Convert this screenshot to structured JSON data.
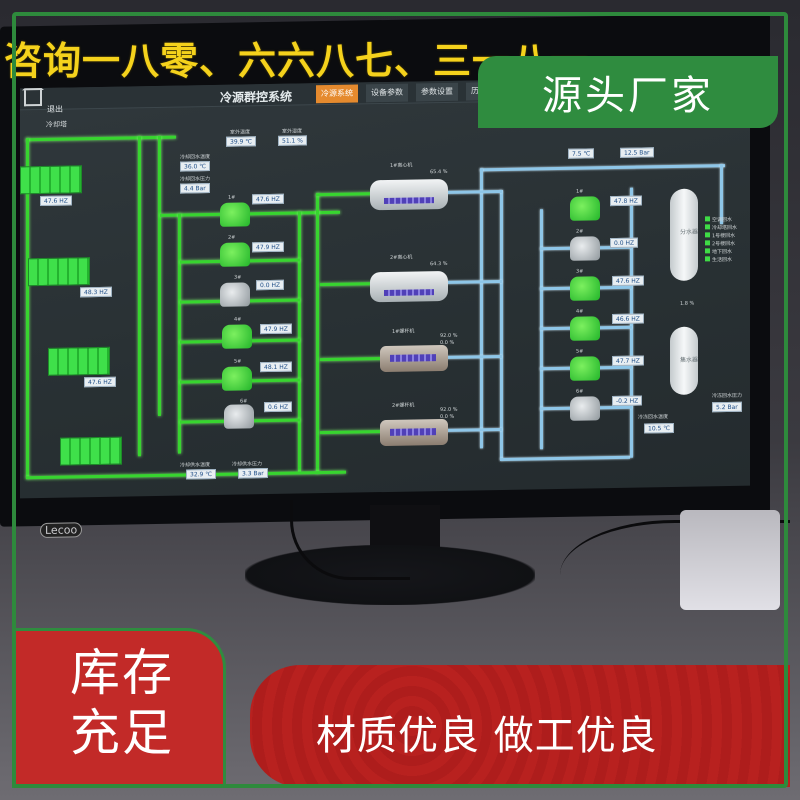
{
  "overlay": {
    "phone_text": "咨询一八零、六六八七、三一八一",
    "source_badge": "源头厂家",
    "stock_text_line1": "库存",
    "stock_text_line2": "充足",
    "quality_text": "材质优良  做工优良"
  },
  "monitor": {
    "brand": "Lecoo"
  },
  "screen": {
    "exit": "退出",
    "title": "冷源群控系统",
    "tabs": [
      {
        "label": "冷源系统",
        "active": true
      },
      {
        "label": "设备参数",
        "active": false
      },
      {
        "label": "参数设置",
        "active": false
      },
      {
        "label": "历",
        "active": false
      }
    ],
    "cooling_tower_label": "冷却塔",
    "top_readouts": [
      {
        "label": "室外温度",
        "value": "39.9 ℃"
      },
      {
        "label": "室外湿度",
        "value": "51.1 %"
      }
    ],
    "left_readouts": [
      {
        "label": "冷却回水温度",
        "value": "36.0 ℃"
      },
      {
        "label": "冷却回水压力",
        "value": "4.4 Bar"
      }
    ],
    "tower_hz": [
      "47.6 HZ",
      "48.3 HZ",
      "47.6 HZ"
    ],
    "cooling_pumps": [
      {
        "name": "1#",
        "hz": "47.6 HZ",
        "color": "green"
      },
      {
        "name": "2#",
        "hz": "47.9 HZ",
        "color": "green"
      },
      {
        "name": "3#",
        "hz": "0.0 HZ",
        "color": "gray"
      },
      {
        "name": "4#",
        "hz": "47.9 HZ",
        "color": "green"
      },
      {
        "name": "5#",
        "hz": "48.1 HZ",
        "color": "green"
      },
      {
        "name": "6#",
        "hz": "0.6 HZ",
        "color": "gray"
      }
    ],
    "chillers": [
      {
        "name": "1#离心机",
        "load": "65.4 %"
      },
      {
        "name": "2#离心机",
        "load": "64.3 %"
      },
      {
        "name": "1#螺杆机",
        "load": "92.0 %",
        "load2": "0.0 %"
      },
      {
        "name": "2#螺杆机",
        "load": "92.0 %",
        "load2": "0.0 %"
      }
    ],
    "bottom_readouts": [
      {
        "label": "冷却供水温度",
        "value": "32.9 ℃"
      },
      {
        "label": "冷却供水压力",
        "value": "3.3 Bar"
      }
    ],
    "right_top_readouts": [
      {
        "value": "7.5 ℃"
      },
      {
        "value": "12.5 Bar"
      }
    ],
    "chilled_pumps": [
      {
        "name": "1#",
        "hz": "47.8 HZ",
        "color": "green"
      },
      {
        "name": "2#",
        "hz": "0.0 HZ",
        "color": "gray"
      },
      {
        "name": "3#",
        "hz": "47.6 HZ",
        "color": "green"
      },
      {
        "name": "4#",
        "hz": "46.6 HZ",
        "color": "green"
      },
      {
        "name": "5#",
        "hz": "47.7 HZ",
        "color": "green"
      },
      {
        "name": "6#",
        "hz": "-0.2 HZ",
        "color": "gray"
      }
    ],
    "supply_tank": "分水器",
    "return_tank": "集水器",
    "tank_pct": "1.8 %",
    "legend": [
      "空调回水",
      "冷却塔回水",
      "1号楼回水",
      "2号楼回水",
      "地下回水",
      "生活回水"
    ],
    "right_bottom_readouts": [
      {
        "label": "冷冻回水压力",
        "value": "5.2 Bar"
      },
      {
        "label": "冷冻回水温度",
        "value": "10.5 ℃"
      }
    ]
  },
  "colors": {
    "overlay_yellow": "#f5d21c",
    "badge_green": "#2f8c3f",
    "banner_red": "#c22a28",
    "pipe_green": "#37d52f",
    "pipe_blue": "#8ec6e8"
  }
}
